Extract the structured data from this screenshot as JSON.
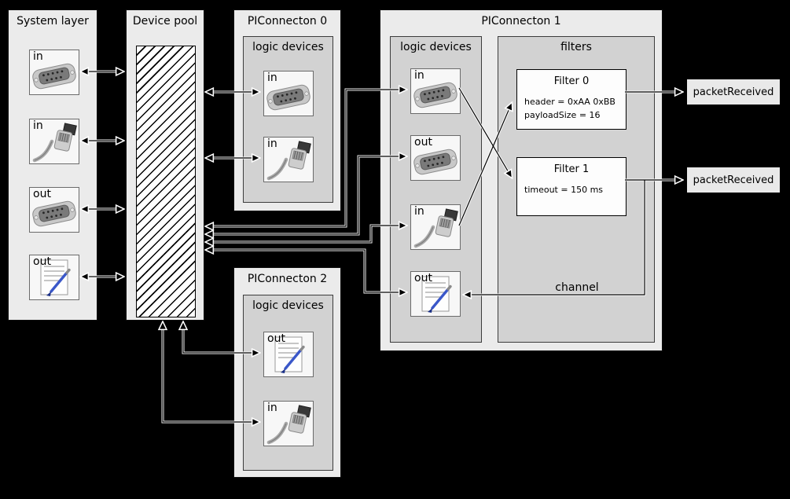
{
  "system_layer": {
    "title": "System layer",
    "devices": [
      {
        "label": "in",
        "icon": "serial-connector"
      },
      {
        "label": "in",
        "icon": "ethernet-connector"
      },
      {
        "label": "out",
        "icon": "serial-connector"
      },
      {
        "label": "out",
        "icon": "document"
      }
    ]
  },
  "device_pool": {
    "title": "Device pool"
  },
  "piconnecton0": {
    "title": "PIConnecton 0",
    "logic_devices_title": "logic devices",
    "devices": [
      {
        "label": "in",
        "icon": "serial-connector"
      },
      {
        "label": "in",
        "icon": "ethernet-connector"
      }
    ]
  },
  "piconnecton1": {
    "title": "PIConnecton 1",
    "logic_devices_title": "logic devices",
    "filters_title": "filters",
    "devices": [
      {
        "label": "in",
        "icon": "serial-connector"
      },
      {
        "label": "out",
        "icon": "serial-connector"
      },
      {
        "label": "in",
        "icon": "ethernet-connector"
      },
      {
        "label": "out",
        "icon": "document"
      }
    ],
    "filters": [
      {
        "title": "Filter 0",
        "params": [
          "header = 0xAA 0xBB",
          "payloadSize = 16"
        ]
      },
      {
        "title": "Filter 1",
        "params": [
          "timeout = 150 ms"
        ]
      }
    ],
    "channel_label": "channel"
  },
  "piconnecton2": {
    "title": "PIConnecton 2",
    "logic_devices_title": "logic devices",
    "devices": [
      {
        "label": "out",
        "icon": "document"
      },
      {
        "label": "in",
        "icon": "ethernet-connector"
      }
    ]
  },
  "outputs": [
    {
      "label": "packetReceived"
    },
    {
      "label": "packetReceived"
    }
  ]
}
